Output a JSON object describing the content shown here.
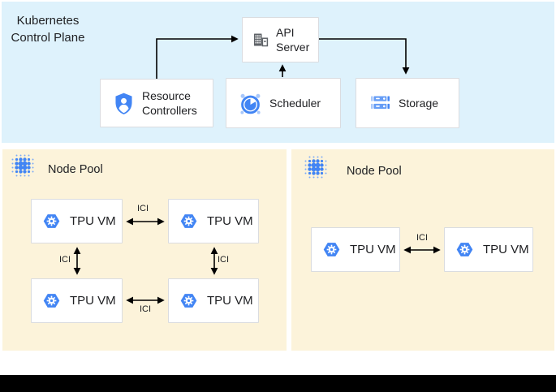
{
  "colors": {
    "control_plane_bg": "#DEF2FC",
    "node_pool_bg": "#FCF3DA",
    "box_border": "#DADCE0",
    "google_blue": "#4285F4",
    "blue_light": "#A8C7FA",
    "blue_mid": "#669DF6",
    "icon_gray": "#5F6368",
    "text": "#202124",
    "arrow": "#000000",
    "bottom_bar": "#000000"
  },
  "control_plane": {
    "title": "Kubernetes Control Plane",
    "api_server": {
      "label": "API Server",
      "icon": "building-icon"
    },
    "resource_controllers": {
      "label": "Resource Controllers",
      "icon": "shield-user-icon"
    },
    "scheduler": {
      "label": "Scheduler",
      "icon": "alarm-clock-icon"
    },
    "storage": {
      "label": "Storage",
      "icon": "server-storage-icon"
    }
  },
  "node_pool_left": {
    "label": "Node Pool",
    "icon": "dot-cluster-icon",
    "vm_top_left": "TPU VM",
    "vm_top_right": "TPU VM",
    "vm_bottom_left": "TPU VM",
    "vm_bottom_right": "TPU VM",
    "ici_top": "ICI",
    "ici_left": "ICI",
    "ici_right": "ICI",
    "ici_bottom": "ICI"
  },
  "node_pool_right": {
    "label": "Node Pool",
    "icon": "dot-cluster-icon",
    "vm_left": "TPU VM",
    "vm_right": "TPU VM",
    "ici": "ICI"
  }
}
